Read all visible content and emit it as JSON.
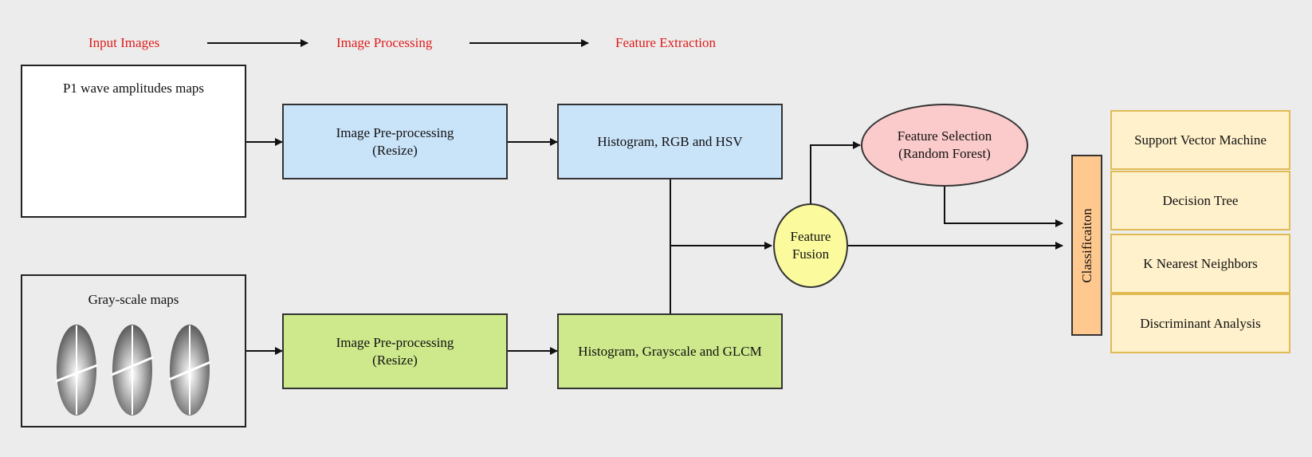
{
  "stages": {
    "input": "Input Images",
    "processing": "Image Processing",
    "extraction": "Feature Extraction"
  },
  "inputs": {
    "p1": {
      "title": "P1 wave amplitudes maps"
    },
    "gray": {
      "title": "Gray-scale maps"
    }
  },
  "preprocess": {
    "top": {
      "line1": "Image Pre-processing",
      "line2": "(Resize)"
    },
    "bottom": {
      "line1": "Image Pre-processing",
      "line2": "(Resize)"
    }
  },
  "extraction": {
    "top": "Histogram, RGB and HSV",
    "bottom": "Histogram, Grayscale and GLCM"
  },
  "fusion": {
    "line1": "Feature",
    "line2": "Fusion"
  },
  "selection": {
    "line1": "Feature Selection",
    "line2": "(Random Forest)"
  },
  "classification": {
    "label": "Classificaiton"
  },
  "classifiers": [
    "Support Vector Machine",
    "Decision Tree",
    "K Nearest Neighbors",
    "Discriminant Analysis"
  ],
  "colors": {
    "stage_label": "#e01b1b",
    "preprocess_top": "#c9e3f9",
    "preprocess_bottom": "#cde98b",
    "selection": "#fbcaca",
    "fusion": "#fbfb9e",
    "classification": "#ffc88e",
    "classifier_fill": "#fff1cc",
    "classifier_border": "#e0bb55"
  },
  "icons": [
    "heatmap-map-icon",
    "grayscale-map-icon"
  ]
}
